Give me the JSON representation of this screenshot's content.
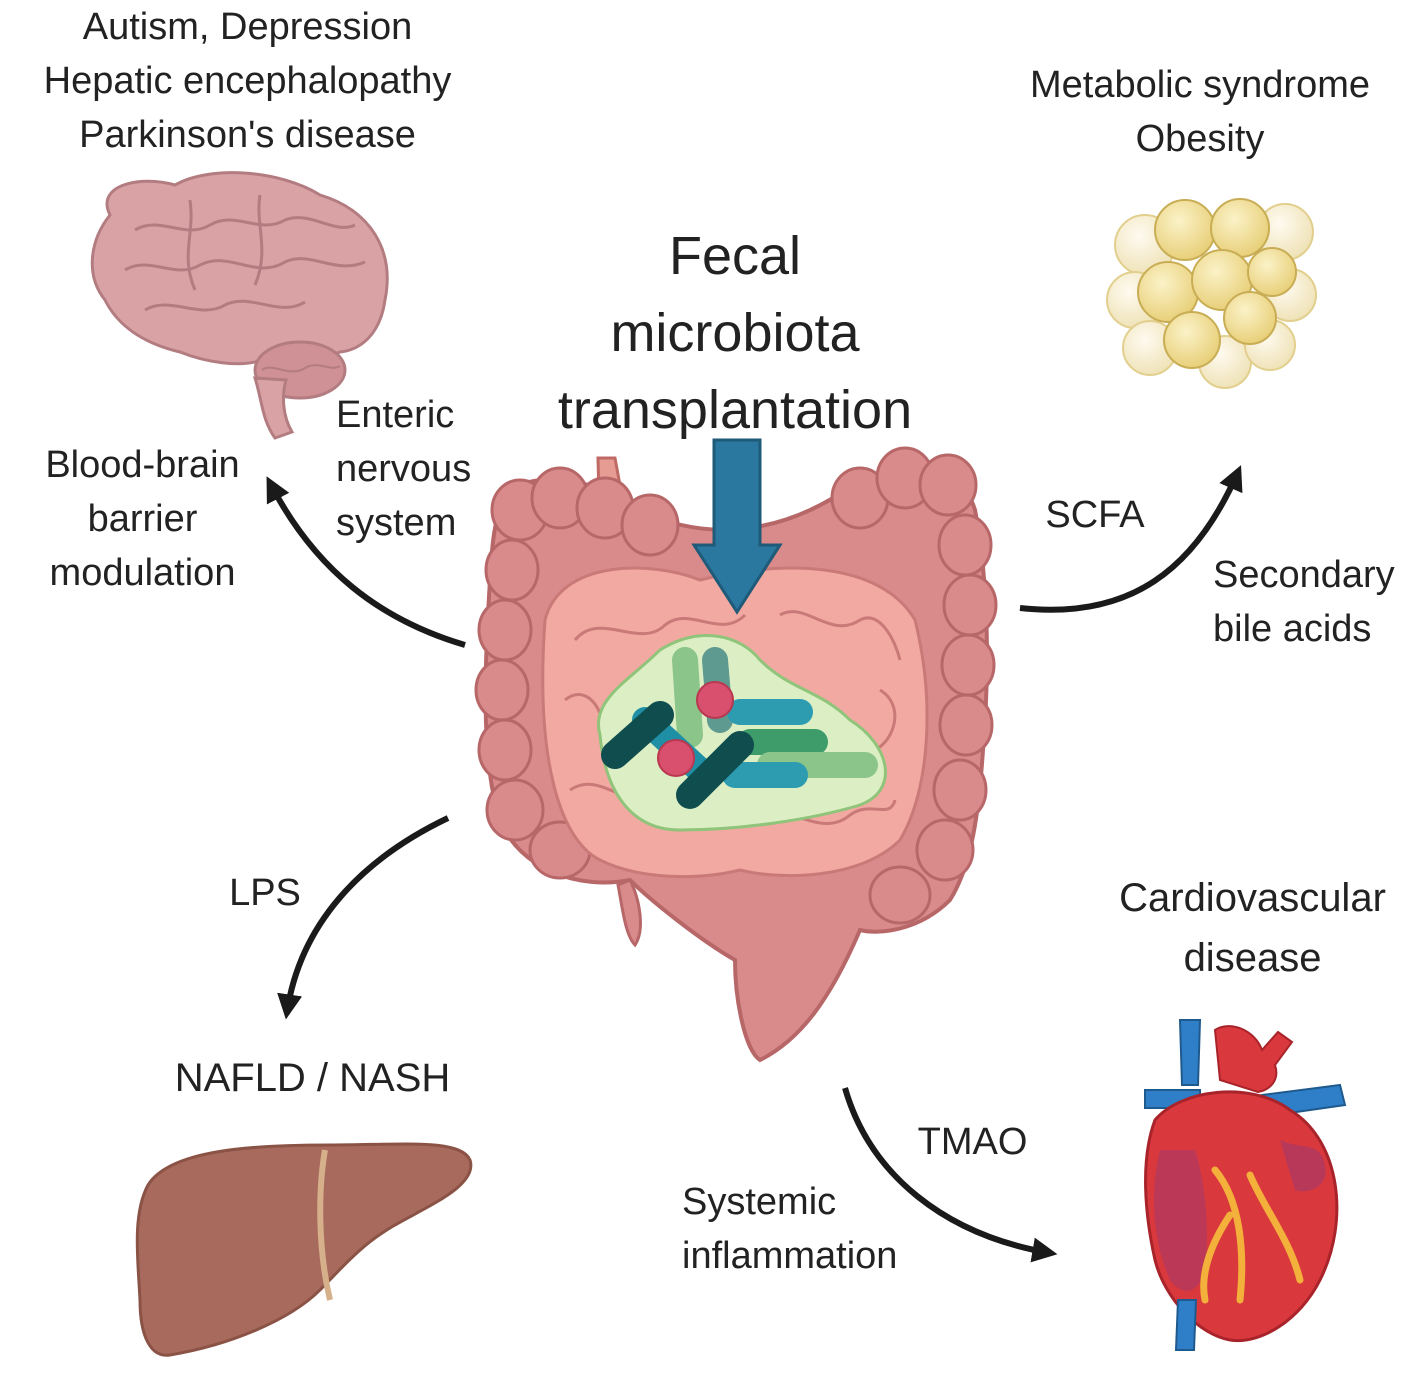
{
  "center": {
    "title_lines": [
      "Fecal",
      "microbiota",
      "transplantation"
    ]
  },
  "brain": {
    "condition_lines": [
      "Autism, Depression",
      "Hepatic encephalopathy",
      "Parkinson's disease"
    ],
    "effect_lines": [
      "Blood-brain",
      "barrier",
      "modulation"
    ],
    "pathway_lines": [
      "Enteric",
      "nervous",
      "system"
    ]
  },
  "fat": {
    "condition_lines": [
      "Metabolic syndrome",
      "Obesity"
    ],
    "pathway_top": "SCFA",
    "pathway_lines": [
      "Secondary",
      "bile acids"
    ]
  },
  "liver": {
    "pathway": "LPS",
    "condition": "NAFLD / NASH"
  },
  "heart": {
    "condition_lines": [
      "Cardiovascular",
      "disease"
    ],
    "pathway_top": "TMAO",
    "pathway_lines": [
      "Systemic",
      "inflammation"
    ]
  },
  "colors": {
    "arrow": "#1a1a1a",
    "fmt_arrow": "#2a78a0",
    "gut": "#d98a8a",
    "brain": "#d9a3a6",
    "liver": "#a86a5c",
    "fat": "#f3e3a0",
    "heart_red": "#d9383d",
    "heart_blue": "#2f7fc8"
  }
}
